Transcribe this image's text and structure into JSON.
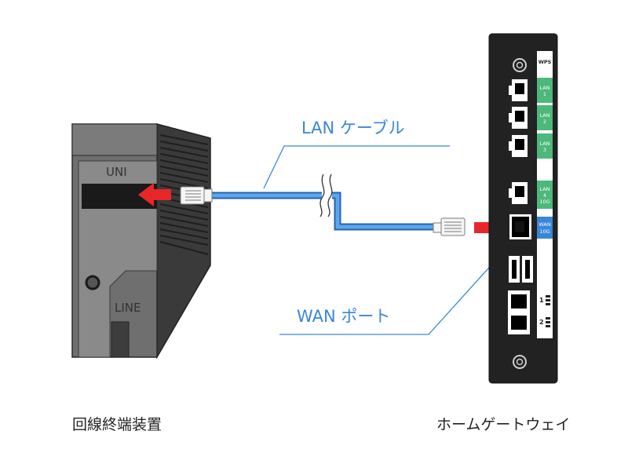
{
  "labels": {
    "lan_cable": "LAN ケーブル",
    "wan_port": "WAN ポート",
    "onu": "回線終端装置",
    "home_gateway": "ホームゲートウェイ"
  },
  "onu_device": {
    "uni": "UNI",
    "line": "LINE"
  },
  "gateway_ports": {
    "wps": "WPS",
    "lan": [
      {
        "line1": "LAN",
        "line2": "1"
      },
      {
        "line1": "LAN",
        "line2": "2"
      },
      {
        "line1": "LAN",
        "line2": "3"
      },
      {
        "line1": "LAN",
        "line2": "4",
        "line3": "10G"
      }
    ],
    "wan": {
      "line1": "WAN",
      "line2": "10G"
    },
    "tel": [
      "1",
      "2"
    ]
  },
  "colors": {
    "cable": "#3a86d8",
    "arrow": "#e8262a",
    "lan_port_label": "#4cb87a",
    "wan_port_label": "#3a86d8",
    "device_body": "#222222",
    "onu_body": "#6f6f6f"
  },
  "icons": [
    "left-arrow-icon",
    "right-arrow-icon",
    "rj45-connector-icon",
    "cable-break-icon"
  ]
}
